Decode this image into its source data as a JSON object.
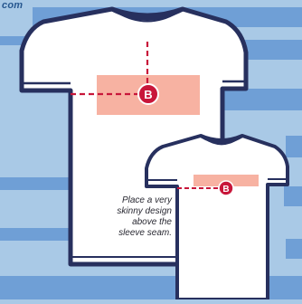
{
  "site": {
    "suffix": "com"
  },
  "markers": {
    "placement_letter": "B"
  },
  "caption": {
    "lines": [
      "Place a very",
      "skinny design",
      "above the",
      "sleeve seam."
    ]
  },
  "colors": {
    "background": "#a9c9e6",
    "stripe": "#6f9fd6",
    "shirt_fill": "#ffffff",
    "shirt_outline": "#27305e",
    "design_area": "#f7b2a2",
    "guide_line": "#c8163a",
    "marker": "#c8163a"
  }
}
